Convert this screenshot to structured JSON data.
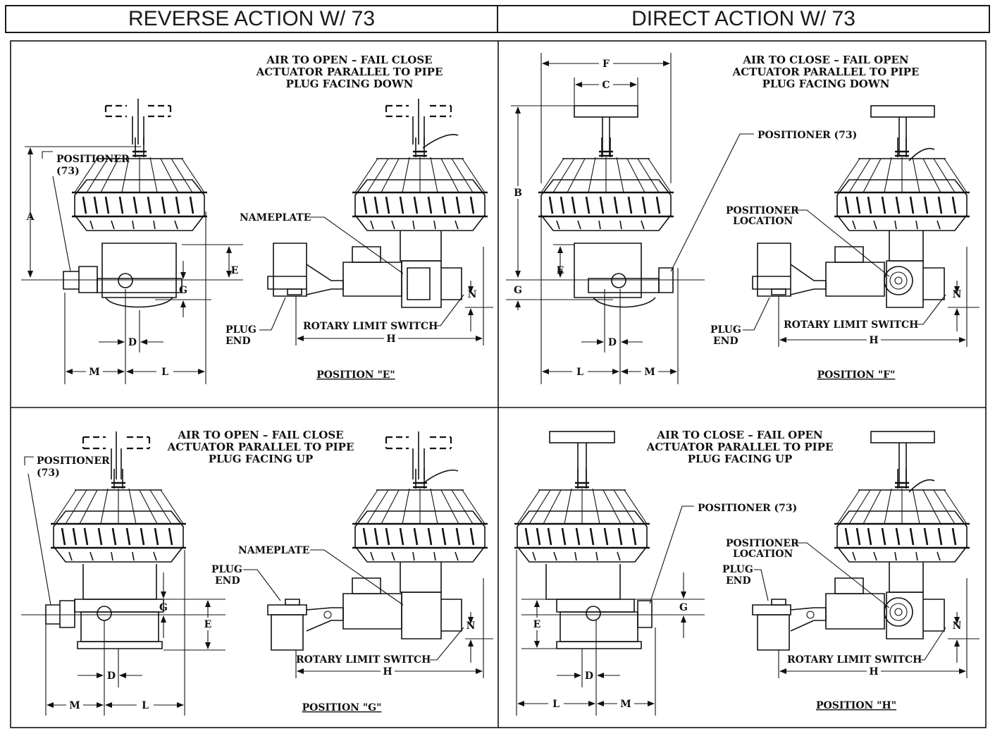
{
  "headers": {
    "left": "REVERSE ACTION W/ 73",
    "right": "DIRECT ACTION W/ 73"
  },
  "panels": {
    "e": {
      "note1": "AIR TO OPEN – FAIL CLOSE",
      "note2": "ACTUATOR PARALLEL TO PIPE",
      "note3": "PLUG FACING DOWN",
      "positioner_l1": "POSITIONER",
      "positioner_l2": "(73)",
      "nameplate": "NAMEPLATE",
      "plug_l1": "PLUG",
      "plug_l2": "END",
      "rotary": "ROTARY LIMIT SWITCH",
      "position": "POSITION \"E\"",
      "dims": {
        "A": "A",
        "E": "E",
        "G": "G",
        "D": "D",
        "M": "M",
        "L": "L",
        "H": "H",
        "N": "N"
      }
    },
    "f": {
      "note1": "AIR TO CLOSE – FAIL OPEN",
      "note2": "ACTUATOR PARALLEL TO PIPE",
      "note3": "PLUG FACING DOWN",
      "positioner": "POSITIONER (73)",
      "positioner_loc_l1": "POSITIONER",
      "positioner_loc_l2": "LOCATION",
      "plug_l1": "PLUG",
      "plug_l2": "END",
      "rotary": "ROTARY LIMIT SWITCH",
      "position": "POSITION \"F\"",
      "dims": {
        "F": "F",
        "C": "C",
        "B": "B",
        "E": "E",
        "G": "G",
        "D": "D",
        "L": "L",
        "M": "M",
        "H": "H",
        "N": "N"
      }
    },
    "g": {
      "note1": "AIR TO OPEN – FAIL CLOSE",
      "note2": "ACTUATOR PARALLEL TO PIPE",
      "note3": "PLUG FACING UP",
      "positioner_l1": "POSITIONER",
      "positioner_l2": "(73)",
      "nameplate": "NAMEPLATE",
      "plug_l1": "PLUG",
      "plug_l2": "END",
      "rotary": "ROTARY LIMIT SWITCH",
      "position": "POSITION \"G\"",
      "dims": {
        "G": "G",
        "E": "E",
        "D": "D",
        "M": "M",
        "L": "L",
        "H": "H",
        "N": "N"
      }
    },
    "h": {
      "note1": "AIR TO CLOSE – FAIL OPEN",
      "note2": "ACTUATOR PARALLEL TO PIPE",
      "note3": "PLUG FACING UP",
      "positioner": "POSITIONER (73)",
      "positioner_loc_l1": "POSITIONER",
      "positioner_loc_l2": "LOCATION",
      "plug_l1": "PLUG",
      "plug_l2": "END",
      "rotary": "ROTARY LIMIT SWITCH",
      "position": "POSITION \"H\"",
      "dims": {
        "G": "G",
        "E": "E",
        "D": "D",
        "L": "L",
        "M": "M",
        "H": "H",
        "N": "N"
      }
    }
  }
}
